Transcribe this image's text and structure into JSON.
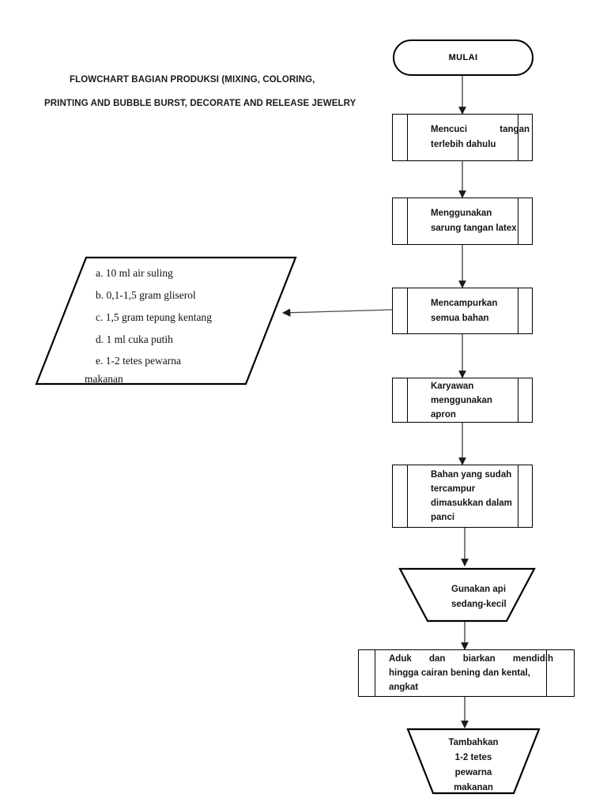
{
  "title": {
    "line1": "FLOWCHART BAGIAN PRODUKSI (MIXING, COLORING,",
    "line2": "PRINTING AND BUBBLE BURST, DECORATE AND RELEASE JEWELRY"
  },
  "colors": {
    "stroke": "#000000",
    "text": "#141414",
    "connector": "#3a3a3a",
    "background": "#ffffff"
  },
  "nodes": {
    "start": {
      "shape": "terminator",
      "label": "MULAI"
    },
    "step1": {
      "shape": "predefined-process",
      "lines": [
        "Mencuci        tangan",
        "terlebih dahulu"
      ],
      "text": "Mencuci tangan terlebih dahulu"
    },
    "step2": {
      "shape": "predefined-process",
      "lines": [
        "Menggunakan",
        "sarung tangan latex"
      ],
      "text": "Menggunakan sarung tangan latex"
    },
    "step3": {
      "shape": "predefined-process",
      "lines": [
        "Mencampurkan",
        "semua bahan"
      ],
      "text": "Mencampurkan semua bahan"
    },
    "step4": {
      "shape": "predefined-process",
      "lines": [
        "Karyawan",
        "menggunakan",
        "apron"
      ],
      "text": "Karyawan menggunakan apron"
    },
    "step5": {
      "shape": "predefined-process",
      "lines": [
        "Bahan  yang  sudah",
        "tercampur",
        "dimasukkan  dalam",
        "panci"
      ],
      "text": "Bahan yang sudah tercampur dimasukkan dalam panci"
    },
    "step6": {
      "shape": "trapezoid",
      "lines": [
        "Gunakan      api",
        "sedang-kecil"
      ],
      "text": "Gunakan api sedang-kecil"
    },
    "step7": {
      "shape": "predefined-process",
      "lines": [
        "Aduk   dan   biarkan   mendidih",
        "hingga cairan bening dan kental,",
        "angkat"
      ],
      "text": "Aduk dan biarkan mendidih hingga cairan bening dan kental, angkat"
    },
    "step8": {
      "shape": "trapezoid",
      "lines": [
        "Tambahkan",
        "1-2 tetes",
        "pewarna",
        "makanan"
      ],
      "text": "Tambahkan 1-2 tetes pewarna makanan"
    },
    "ingredients": {
      "shape": "parallelogram",
      "items": [
        "a. 10 ml air suling",
        "b. 0,1-1,5 gram gliserol",
        "c. 1,5 gram tepung kentang",
        "d. 1 ml cuka putih",
        "e. 1-2 tetes pewarna"
      ],
      "last_item_wrap": "makanan"
    }
  }
}
